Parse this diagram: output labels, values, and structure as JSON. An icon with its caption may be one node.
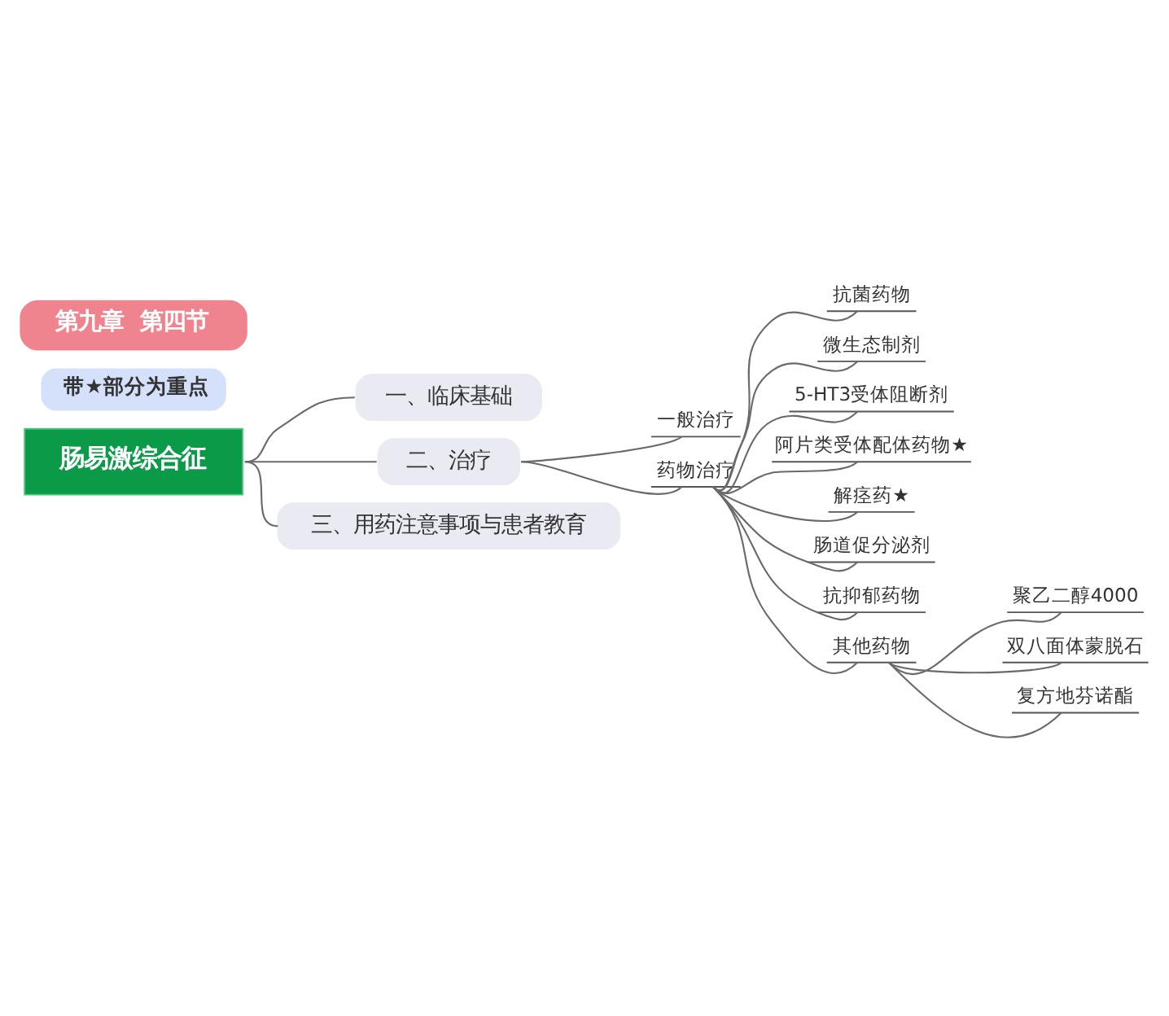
{
  "diagram": {
    "nodes": [
      {
        "text": [
          "第九章  第四节"
        ]
      },
      {
        "text": [
          "带★部分为重点"
        ]
      },
      {
        "text": [
          "肠易激综合征"
        ]
      },
      {
        "text": [
          "一、临床基础"
        ]
      },
      {
        "text": [
          "二、治疗"
        ]
      },
      {
        "text": [
          "一般治疗"
        ]
      },
      {
        "text": [
          "药物治疗"
        ]
      },
      {
        "text": [
          "抗菌药物"
        ]
      },
      {
        "text": [
          "微生态制剂"
        ]
      },
      {
        "text": [
          "5-HT3受体阻断剂"
        ]
      },
      {
        "text": [
          "阿片类受体配体药物★"
        ]
      },
      {
        "text": [
          "解痉药★"
        ]
      },
      {
        "text": [
          "肠道促分泌剂"
        ]
      },
      {
        "text": [
          "抗抑郁药物"
        ]
      },
      {
        "text": [
          "其他药物"
        ]
      },
      {
        "text": [
          "聚乙二醇4000"
        ]
      },
      {
        "text": [
          "双八面体蒙脱石"
        ]
      },
      {
        "text": [
          "复方地芬诺酯"
        ]
      },
      {
        "text": [
          "三、用药注意事项与患者教育"
        ]
      }
    ],
    "edges": [
      {
        "from": 2,
        "to": 3,
        "arrow": "none"
      },
      {
        "from": 2,
        "to": 4,
        "arrow": "none"
      },
      {
        "from": 2,
        "to": 18,
        "arrow": "none"
      },
      {
        "from": 4,
        "to": 5,
        "arrow": "none"
      },
      {
        "from": 4,
        "to": 6,
        "arrow": "none"
      },
      {
        "from": 6,
        "to": 7,
        "arrow": "none"
      },
      {
        "from": 6,
        "to": 8,
        "arrow": "none"
      },
      {
        "from": 6,
        "to": 9,
        "arrow": "none"
      },
      {
        "from": 6,
        "to": 10,
        "arrow": "none"
      },
      {
        "from": 6,
        "to": 11,
        "arrow": "none"
      },
      {
        "from": 6,
        "to": 12,
        "arrow": "none"
      },
      {
        "from": 6,
        "to": 13,
        "arrow": "none"
      },
      {
        "from": 6,
        "to": 14,
        "arrow": "none"
      },
      {
        "from": 14,
        "to": 15,
        "arrow": "none"
      },
      {
        "from": 14,
        "to": 16,
        "arrow": "none"
      },
      {
        "from": 14,
        "to": 17,
        "arrow": "none"
      }
    ]
  }
}
